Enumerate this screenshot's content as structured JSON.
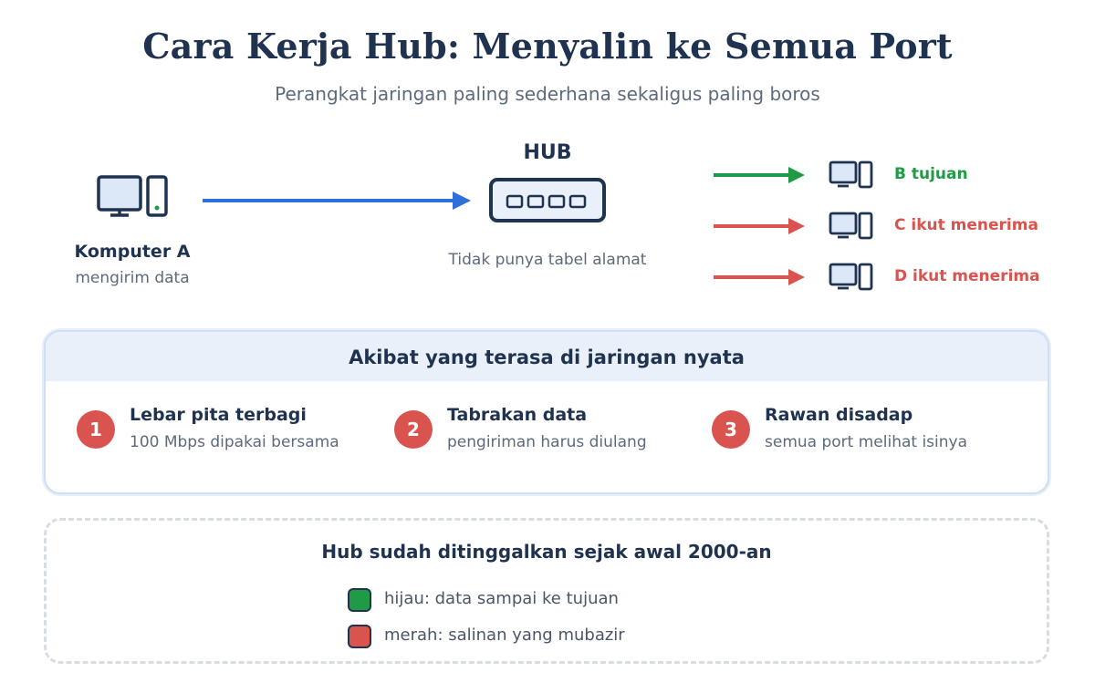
{
  "title": "Cara Kerja Hub: Menyalin ke Semua Port",
  "subtitle": "Perangkat jaringan paling sederhana sekaligus paling boros",
  "source": {
    "title": "Komputer A",
    "subtitle": "mengirim data"
  },
  "hub": {
    "title": "HUB",
    "subtitle": "Tidak punya tabel alamat"
  },
  "destinations": [
    {
      "label": "B tujuan",
      "status": "green"
    },
    {
      "label": "C ikut menerima",
      "status": "red"
    },
    {
      "label": "D ikut menerima",
      "status": "red"
    }
  ],
  "consequences": {
    "heading": "Akibat yang terasa di jaringan nyata",
    "items": [
      {
        "number": "1",
        "title": "Lebar pita terbagi",
        "subtitle": "100 Mbps dipakai bersama"
      },
      {
        "number": "2",
        "title": "Tabrakan data",
        "subtitle": "pengiriman harus diulang"
      },
      {
        "number": "3",
        "title": "Rawan disadap",
        "subtitle": "semua port melihat isinya"
      }
    ]
  },
  "note": {
    "title": "Hub sudah ditinggalkan sejak awal 2000-an",
    "legend": [
      {
        "text": "hijau: data sampai ke tujuan",
        "color": "#1f9a45"
      },
      {
        "text": "merah: salinan yang mubazir",
        "color": "#d9534f"
      }
    ]
  },
  "colors": {
    "arrow_source": "#2f6fdb",
    "arrow_ok": "#1f9a45",
    "arrow_waste": "#d9534f",
    "text_dark": "#1f3350",
    "text_muted": "#5d6a7c"
  }
}
